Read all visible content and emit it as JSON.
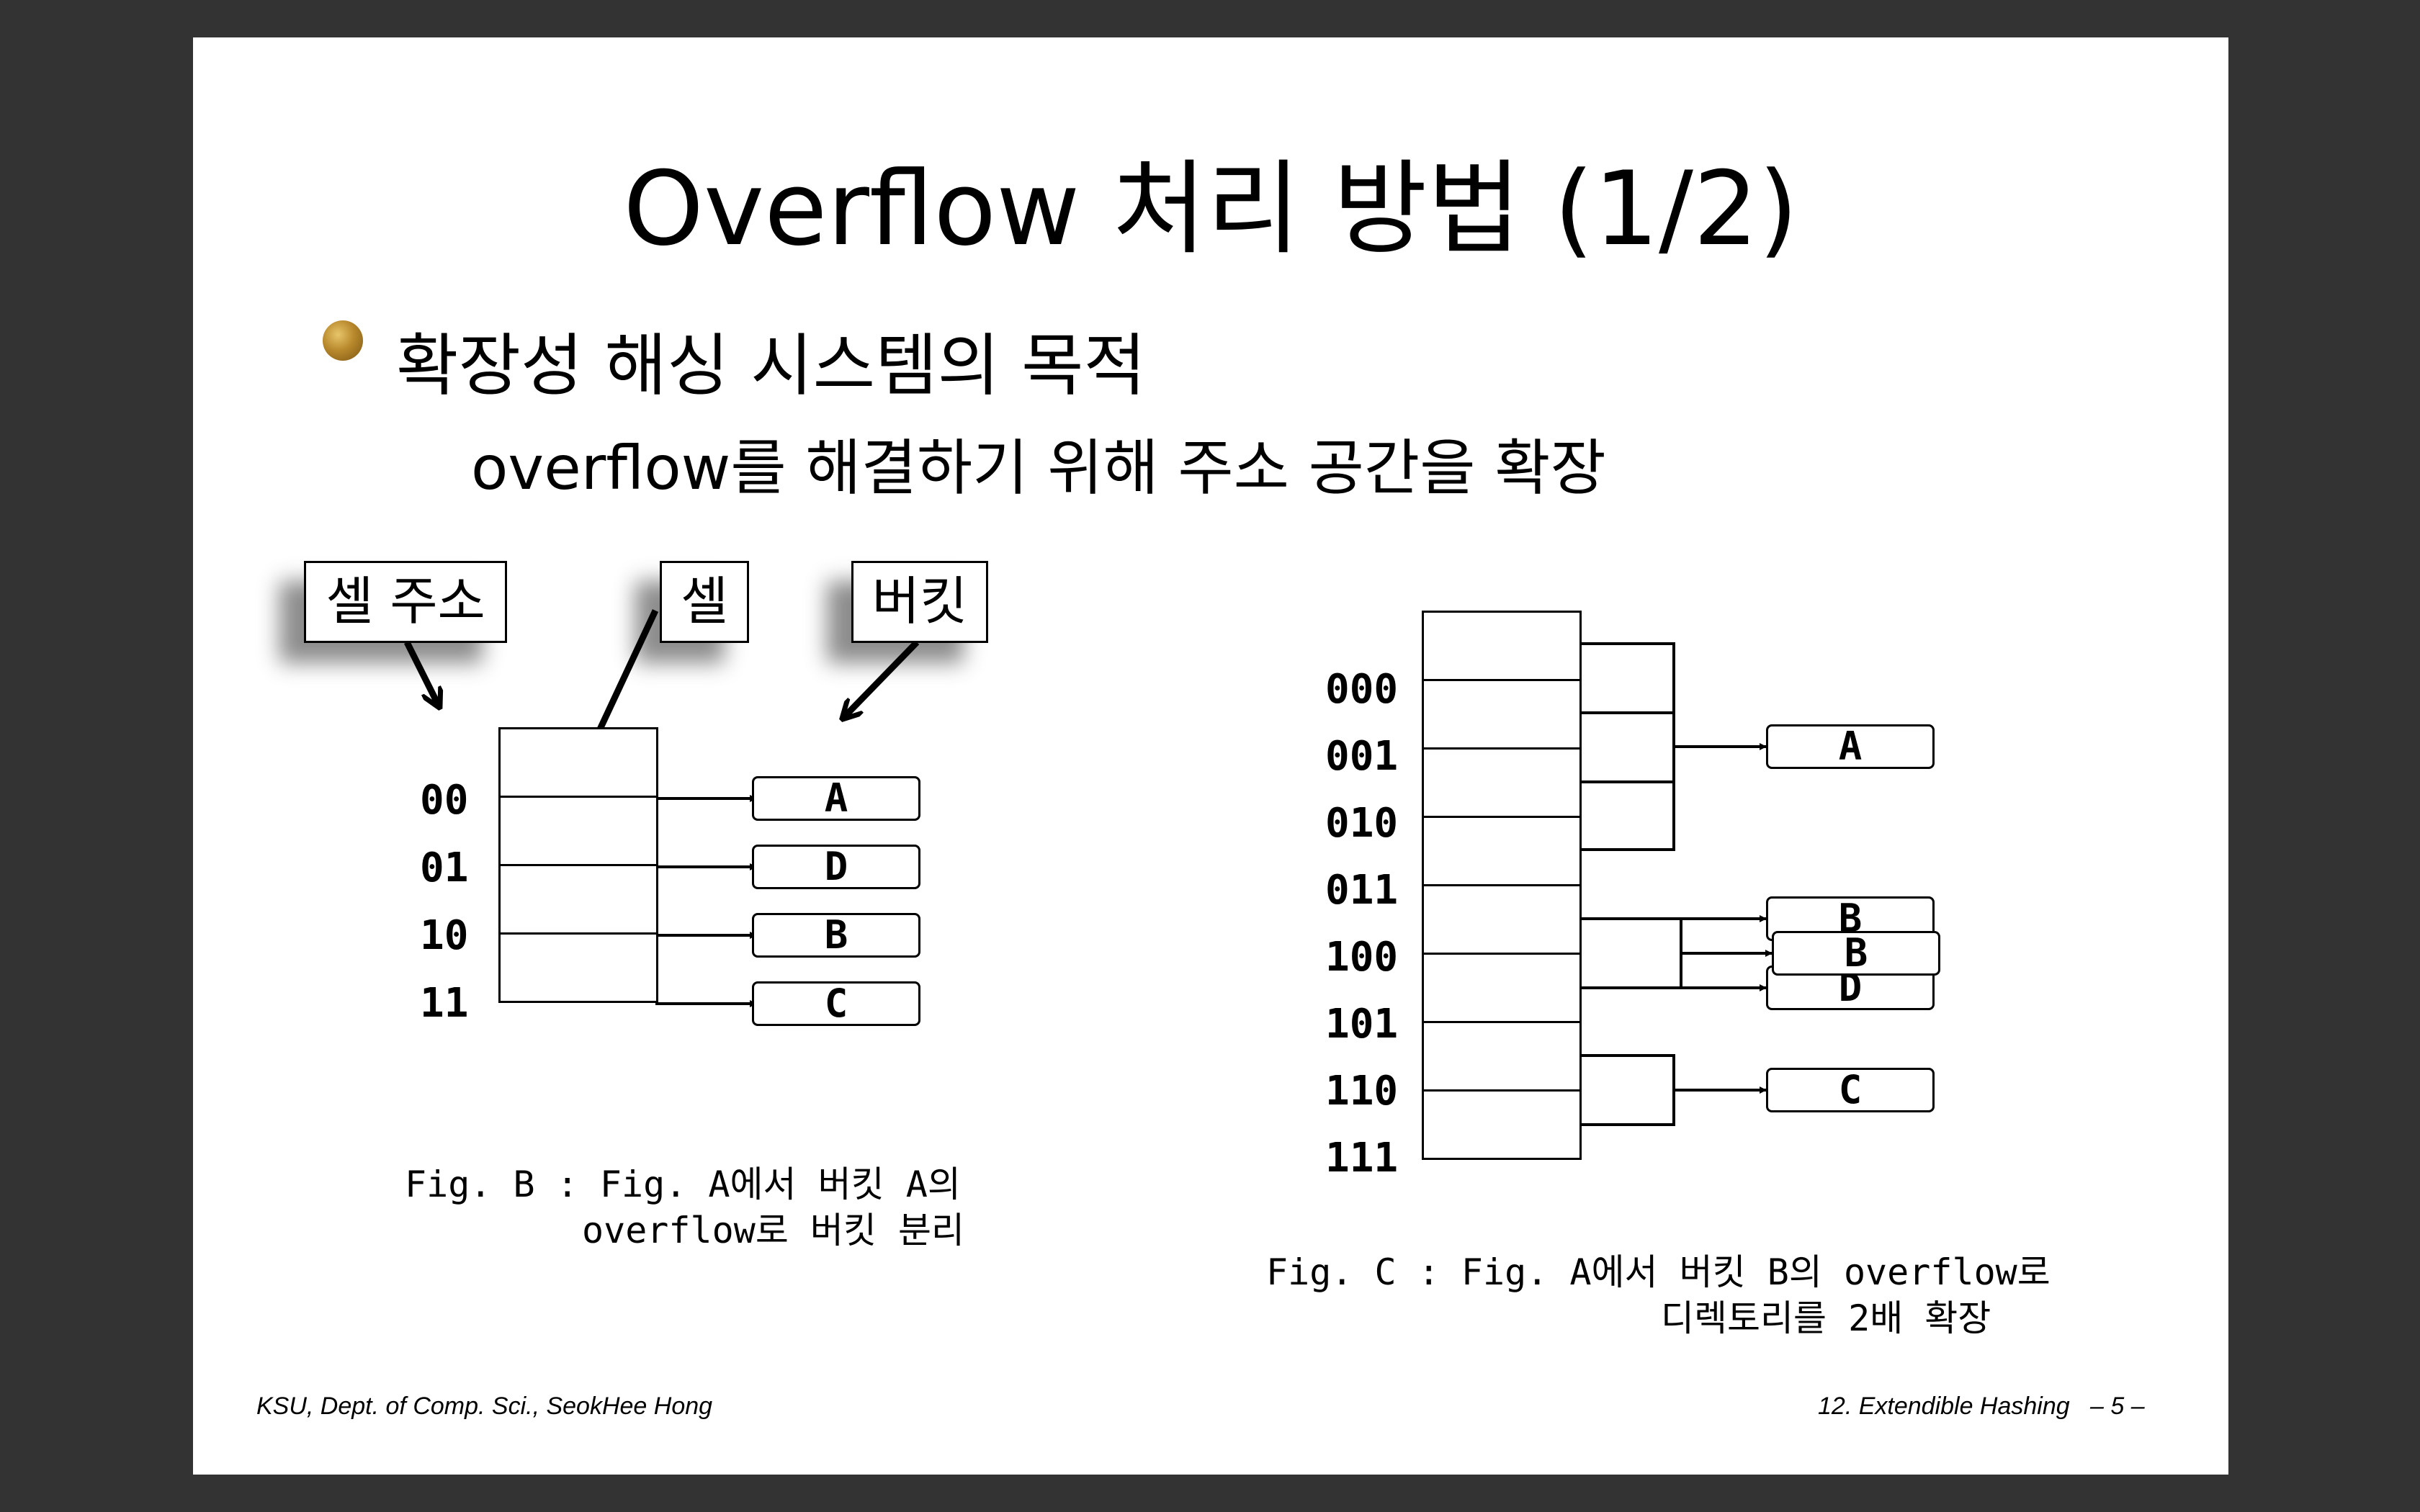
{
  "slide": {
    "title": "Overflow 처리 방법 (1/2)",
    "bullet": "확장성 해싱 시스템의 목적",
    "sub": "overflow를 해결하기 위해 주소 공간을 확장"
  },
  "fig_b": {
    "labels": {
      "cell_address": "셀 주소",
      "cell": "셀",
      "bucket": "버킷"
    },
    "indices": [
      "00",
      "01",
      "10",
      "11"
    ],
    "buckets": [
      "A",
      "D",
      "B",
      "C"
    ],
    "caption_line1": "Fig. B : Fig. A에서 버킷 A의",
    "caption_line2": "overflow로 버킷 분리"
  },
  "fig_c": {
    "indices": [
      "000",
      "001",
      "010",
      "011",
      "100",
      "101",
      "110",
      "111"
    ],
    "buckets": [
      "A",
      "B",
      "B",
      "D",
      "C"
    ],
    "caption_line1": "Fig. C : Fig. A에서 버킷 B의 overflow로",
    "caption_line2": "디렉토리를 2배 확장"
  },
  "footer": {
    "left": "KSU, Dept. of Comp. Sci., SeokHee Hong",
    "right": "12. Extendible Hashing   – 5 –"
  }
}
